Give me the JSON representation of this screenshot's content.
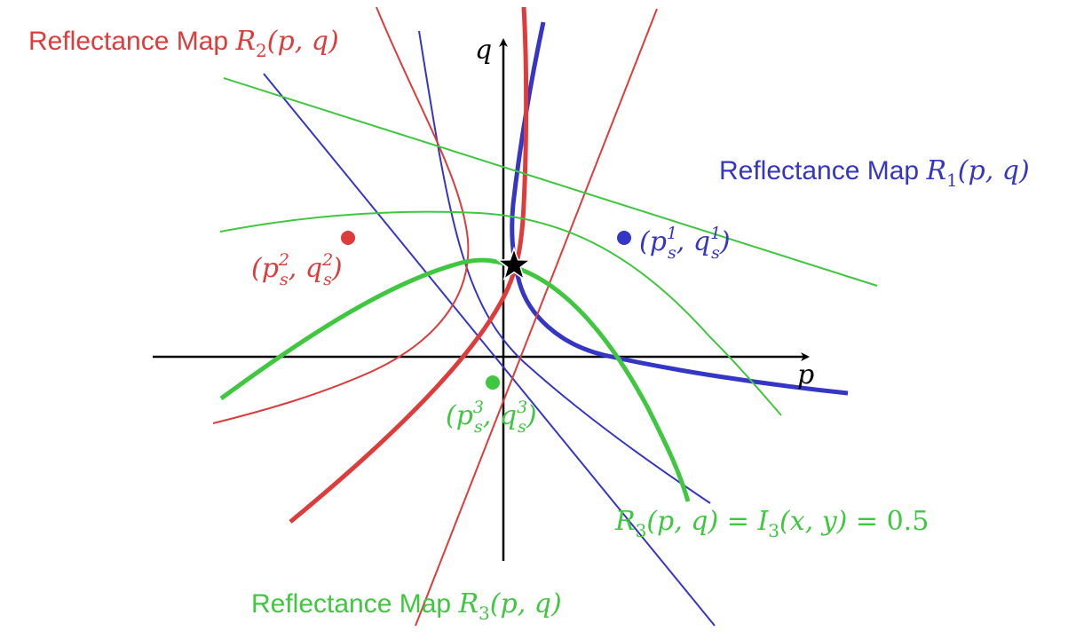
{
  "colors": {
    "r1": "#3535c6",
    "r2": "#de3b3b",
    "r3": "#3fc73f",
    "axis": "#000000"
  },
  "axes": {
    "p_label": "p",
    "q_label": "q"
  },
  "maps": {
    "r1": {
      "text": "Reflectance Map ",
      "func": "R",
      "sub": "1",
      "args": "(p, q)"
    },
    "r2": {
      "text": "Reflectance Map ",
      "func": "R",
      "sub": "2",
      "args": "(p, q)"
    },
    "r3": {
      "text": "Reflectance Map ",
      "func": "R",
      "sub": "3",
      "args": "(p, q)"
    }
  },
  "sources": {
    "s1": {
      "sup": "1",
      "label": "(p_s^1, q_s^1)"
    },
    "s2": {
      "sup": "2",
      "label": "(p_s^2, q_s^2)"
    },
    "s3": {
      "sup": "3",
      "label": "(p_s^3, q_s^3)"
    }
  },
  "equation": {
    "lhs_func": "R",
    "lhs_sub": "3",
    "lhs_args": "(p, q) = ",
    "rhs_func": "I",
    "rhs_sub": "3",
    "rhs_args": "(x, y) = ",
    "value": "0.5"
  },
  "icons": {
    "intersection": "star-icon"
  }
}
